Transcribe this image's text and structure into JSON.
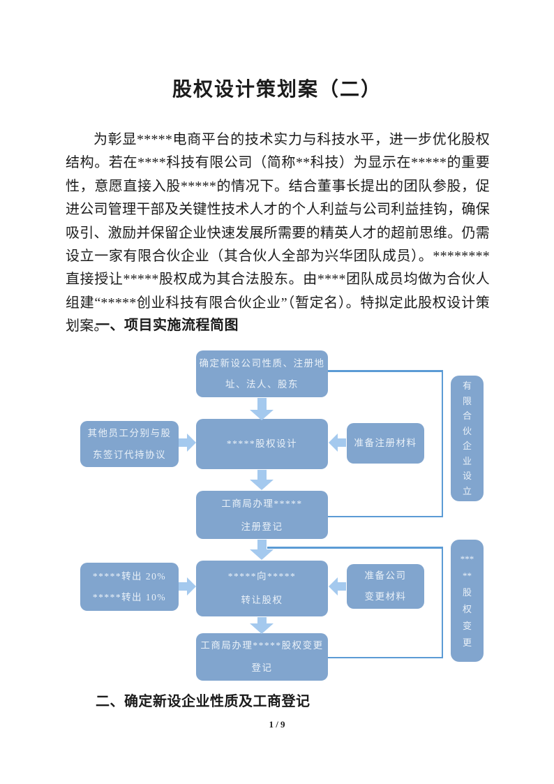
{
  "colors": {
    "box-fill": "#81A5CE",
    "box-text": "#EAF1F8",
    "arrow": "#A4C9EE",
    "connector": "#5B9BD5",
    "ink": "#1b1b1b"
  },
  "document": {
    "title": "股权设计策划案（二）",
    "paragraph": "为彰显*****电商平台的技术实力与科技水平，进一步优化股权结构。若在****科技有限公司（简称**科技）为显示在*****的重要性，意愿直接入股*****的情况下。结合董事长提出的团队参股，促进公司管理干部及关键性技术人才的个人利益与公司利益挂钩，确保吸引、激励并保留企业快速发展所需要的精英人才的超前思维。仍需设立一家有限合伙企业（其合伙人全部为兴华团队成员）。********直接授让*****股权成为其合法股东。由****团队成员均做为合伙人组建“*****创业科技有限合伙企业”（暂定名）。特拟定此股权设计策划案。",
    "heading_1": "一、项目实施流程简图",
    "heading_2": "二、确定新设企业性质及工商登记",
    "page_number": "1 / 9"
  },
  "flowchart": {
    "box_new_company": "确定新设公司性质、注册地\n址、法人、股东",
    "box_employee_agreement": "其他员工分别与股\n东签订代持协议",
    "box_equity_design": "*****股权设计",
    "box_registration_materials": "准备注册材料",
    "box_registration": "工商局办理*****\n注册登记",
    "box_transfer_out": "*****转出 20%\n*****转出 10%",
    "box_transfer_equity": "*****向*****\n转让股权",
    "box_change_materials": "准备公司\n变更材料",
    "box_change_registration": "工商局办理*****股权变更\n登记",
    "side_partnership_setup": "有\n限\n合\n伙\n企\n业\n设\n立",
    "side_equity_change": "***\n**\n股\n权\n变\n更"
  }
}
